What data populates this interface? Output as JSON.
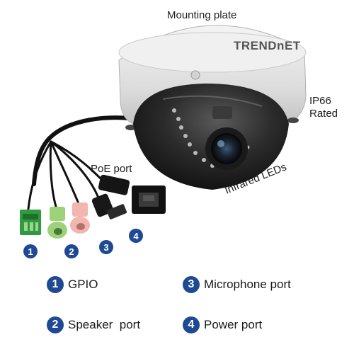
{
  "labels": {
    "mounting_plate": "Mounting plate",
    "ip66": "IP66",
    "rated": "Rated",
    "poe_port": "PoE port",
    "infrared_leds": "Infrared LEDs"
  },
  "brand_text": "TRENDnET",
  "port_numbers": [
    "1",
    "2",
    "3",
    "4"
  ],
  "legend": [
    {
      "num": "1",
      "label": "GPIO"
    },
    {
      "num": "3",
      "label": "Microphone port"
    },
    {
      "num": "2",
      "label": "Speaker  port"
    },
    {
      "num": "4",
      "label": "Power port"
    }
  ],
  "colors": {
    "badge": "#1f4a93",
    "housing": "#e6e6e6",
    "dome": "#2a2a2a",
    "cable": "#111111",
    "gpio": "#2e9c3e",
    "speaker": "#9bd27a",
    "mic": "#f2b5b0"
  }
}
